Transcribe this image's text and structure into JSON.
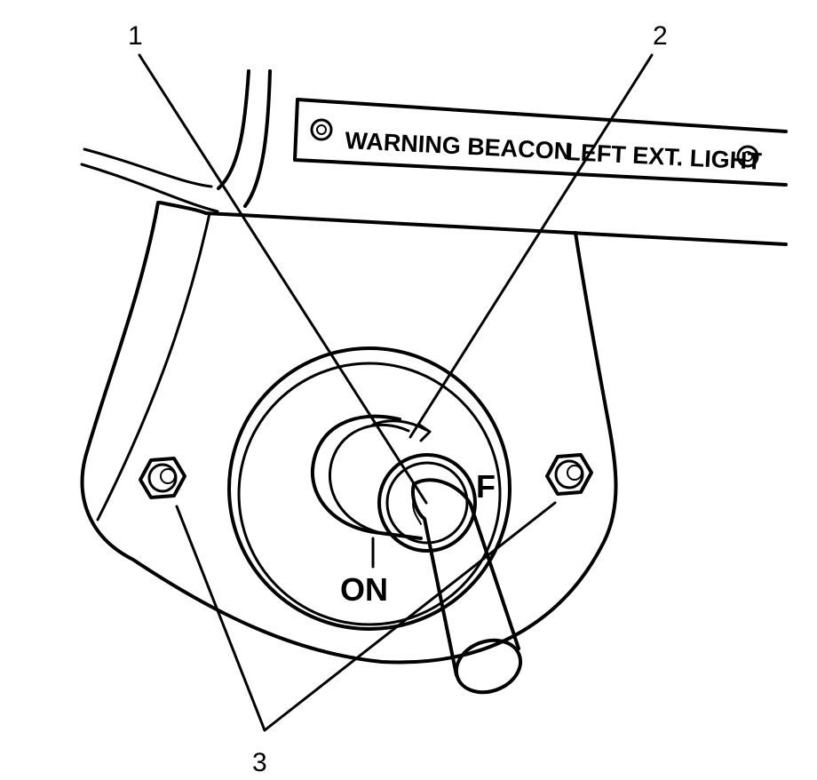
{
  "label_plate": {
    "left_label": "WARNING BEACON",
    "right_label": "LEFT EXT. LIGHT"
  },
  "switch": {
    "on_label": "ON",
    "off_label": "F"
  },
  "callouts": {
    "c1": "1",
    "c2": "2",
    "c3": "3"
  }
}
